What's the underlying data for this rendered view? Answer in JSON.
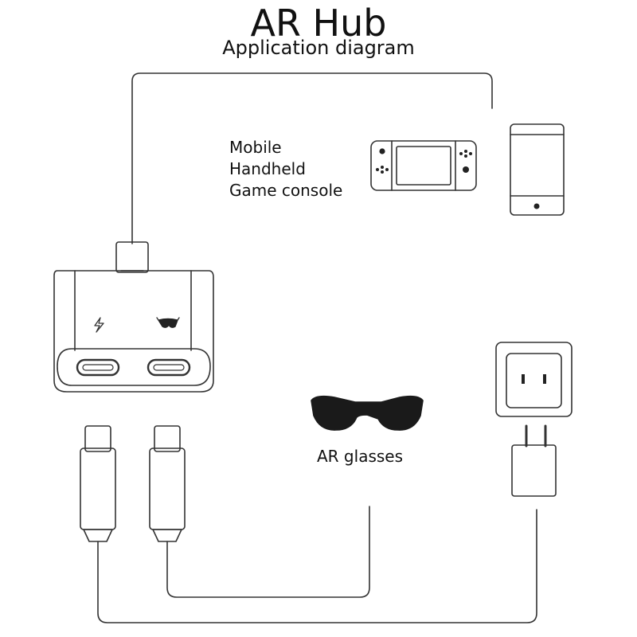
{
  "header": {
    "title": "AR Hub",
    "subtitle": "Application diagram"
  },
  "devices_label": {
    "line1": "Mobile",
    "line2": "Handheld",
    "line3": "Game console"
  },
  "glasses_label": "AR glasses",
  "icons": {
    "hub_port_left": "lightning-icon",
    "hub_port_right": "glasses-icon",
    "console": "handheld-console-icon",
    "phone": "phone-icon",
    "outlet": "power-outlet-icon",
    "charger": "power-adapter-icon",
    "glasses": "ar-glasses-icon"
  },
  "colors": {
    "line": "#333333",
    "fill_dark": "#1a1a1a",
    "background": "#ffffff"
  }
}
